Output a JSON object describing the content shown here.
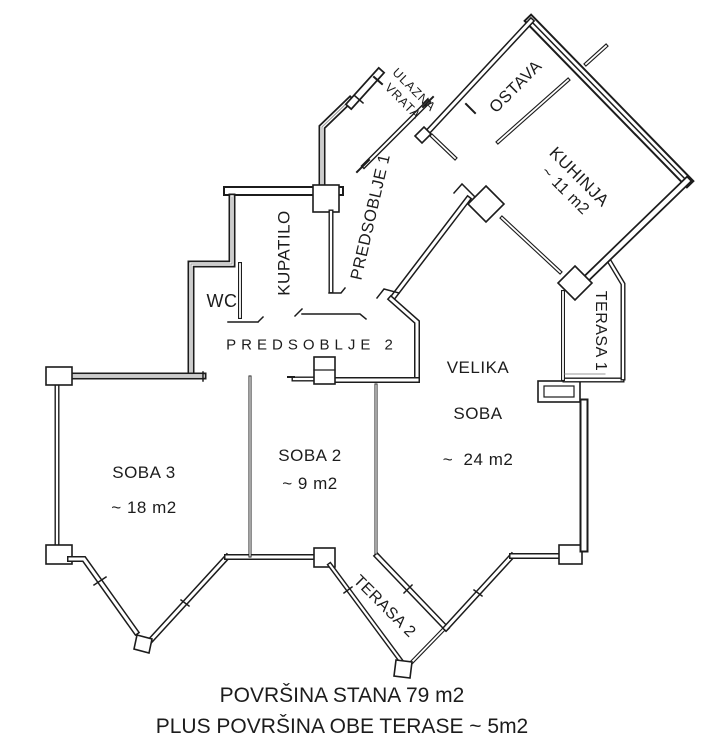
{
  "colors": {
    "background": "#ffffff",
    "ink": "#1c1c1c",
    "thin_gray": "#9a9a9a"
  },
  "rooms": {
    "wc": {
      "name": "WC"
    },
    "kupatilo": {
      "name": "KUPATILO"
    },
    "predsoblje1": {
      "name": "PREDSOBLJE 1"
    },
    "predsoblje2": {
      "name": "PREDSOBLJE 2"
    },
    "ostava": {
      "name": "OSTAVA"
    },
    "kuhinja": {
      "name": "KUHINJA",
      "area": "~ 11 m2"
    },
    "velika_soba": {
      "name_line1": "VELIKA",
      "name_line2": "SOBA",
      "area": "~  24 m2"
    },
    "soba2": {
      "name": "SOBA 2",
      "area": "~ 9 m2"
    },
    "soba3": {
      "name": "SOBA 3",
      "area": "~ 18 m2"
    },
    "terasa1": {
      "name": "TERASA 1"
    },
    "terasa2": {
      "name": "TERASA 2"
    }
  },
  "entrance": {
    "label_line1": "ULAZNA",
    "label_line2": "VRATA"
  },
  "footer": {
    "line1": "POVRŠINA STANA 79 m2",
    "line2": "PLUS POVRŠINA OBE TERASE ~ 5m2"
  }
}
